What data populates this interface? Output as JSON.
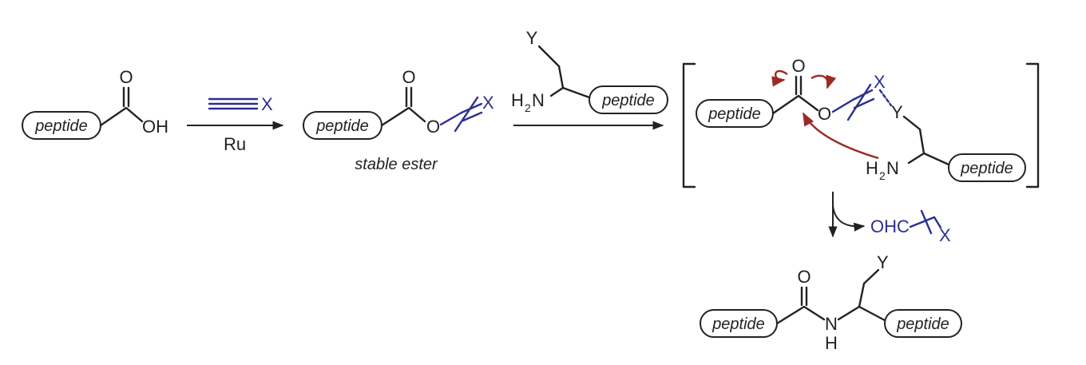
{
  "labels": {
    "peptide": "peptide",
    "oh": "OH",
    "o": "O",
    "x": "X",
    "y": "Y",
    "h": "H",
    "h2n_h": "H",
    "h2n_2": "2",
    "h2n_n": "N",
    "n": "N",
    "ohc": "OHC",
    "ru": "Ru",
    "stable_ester": "stable ester"
  },
  "colors": {
    "reagent_blue": "#2b2f8f",
    "mechanism_red": "#9b2a25",
    "ink": "#222222"
  }
}
